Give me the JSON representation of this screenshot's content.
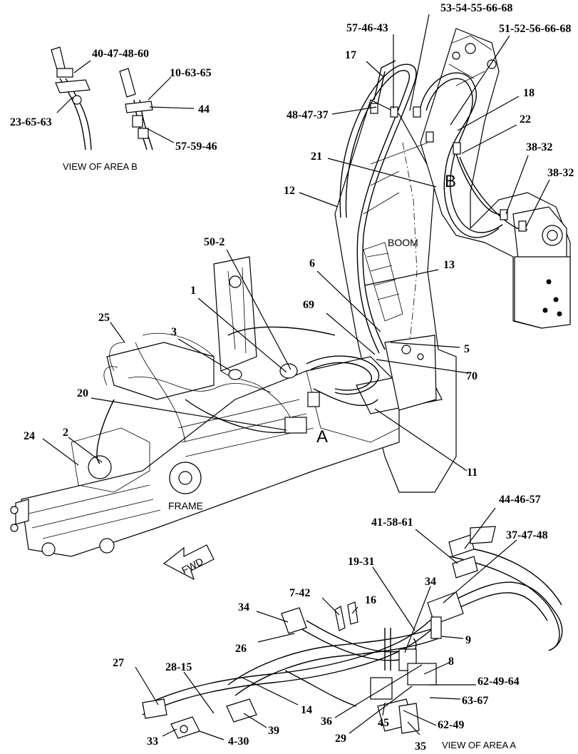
{
  "callouts": {
    "c_53_54": "53-54-55-66-68",
    "c_57_46_43": "57-46-43",
    "c_51_52": "51-52-56-66-68",
    "c_17": "17",
    "c_18": "18",
    "c_48_47_37": "48-47-37",
    "c_22": "22",
    "c_21": "21",
    "c_38_32a": "38-32",
    "c_38_32b": "38-32",
    "c_12": "12",
    "c_40_47": "40-47-48-60",
    "c_10_63": "10-63-65",
    "c_44b": "44",
    "c_23_65": "23-65-63",
    "c_57_59": "57-59-46",
    "c_50_2": "50-2",
    "c_6": "6",
    "c_13": "13",
    "c_1": "1",
    "c_25": "25",
    "c_69": "69",
    "c_5": "5",
    "c_3": "3",
    "c_70": "70",
    "c_20": "20",
    "c_24": "24",
    "c_2": "2",
    "c_11": "11",
    "c_44_46": "44-46-57",
    "c_41_58": "41-58-61",
    "c_37_47": "37-47-48",
    "c_19_31": "19-31",
    "c_7_42": "7-42",
    "c_34a": "34",
    "c_34b": "34",
    "c_16": "16",
    "c_26": "26",
    "c_9": "9",
    "c_8": "8",
    "c_27": "27",
    "c_28_15": "28-15",
    "c_62_49_64": "62-49-64",
    "c_14": "14",
    "c_63_67": "63-67",
    "c_36": "36",
    "c_62_49": "62-49",
    "c_39": "39",
    "c_29": "29",
    "c_45": "45",
    "c_33": "33",
    "c_4_30": "4-30",
    "c_35": "35"
  },
  "labels": {
    "view_b": "VIEW OF AREA  B",
    "view_a": "VIEW OF AREA  A",
    "boom": "BOOM",
    "frame": "FRAME",
    "fwd": "FWD",
    "marker_a": "A",
    "marker_b": "B"
  }
}
